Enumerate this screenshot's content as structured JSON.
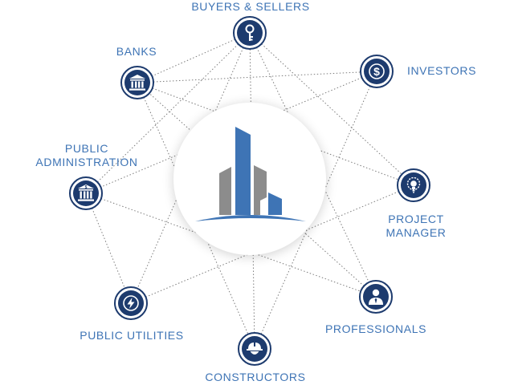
{
  "colors": {
    "node_fill": "#1d3b6e",
    "label": "#3e74b5",
    "link": "#7d7d7d",
    "building_blue": "#3e74b5",
    "building_gray": "#8c8c8c"
  },
  "center": {
    "icon": "building-logo-icon"
  },
  "stakeholders": [
    {
      "id": "buyers-sellers",
      "lines": [
        "BUYERS & SELLERS"
      ],
      "icon": "key-icon"
    },
    {
      "id": "banks",
      "lines": [
        "BANKS"
      ],
      "icon": "bank-icon"
    },
    {
      "id": "investors",
      "lines": [
        "INVESTORS"
      ],
      "icon": "dollar-icon"
    },
    {
      "id": "public-administration",
      "lines": [
        "PUBLIC",
        "ADMINISTRATION"
      ],
      "icon": "government-building-icon"
    },
    {
      "id": "project-manager",
      "lines": [
        "PROJECT",
        "MANAGER"
      ],
      "icon": "lightbulb-gear-icon"
    },
    {
      "id": "public-utilities",
      "lines": [
        "PUBLIC UTILITIES"
      ],
      "icon": "lightning-icon"
    },
    {
      "id": "professionals",
      "lines": [
        "PROFESSIONALS"
      ],
      "icon": "businessman-icon"
    },
    {
      "id": "constructors",
      "lines": [
        "CONSTRUCTORS"
      ],
      "icon": "hard-hat-icon"
    }
  ]
}
